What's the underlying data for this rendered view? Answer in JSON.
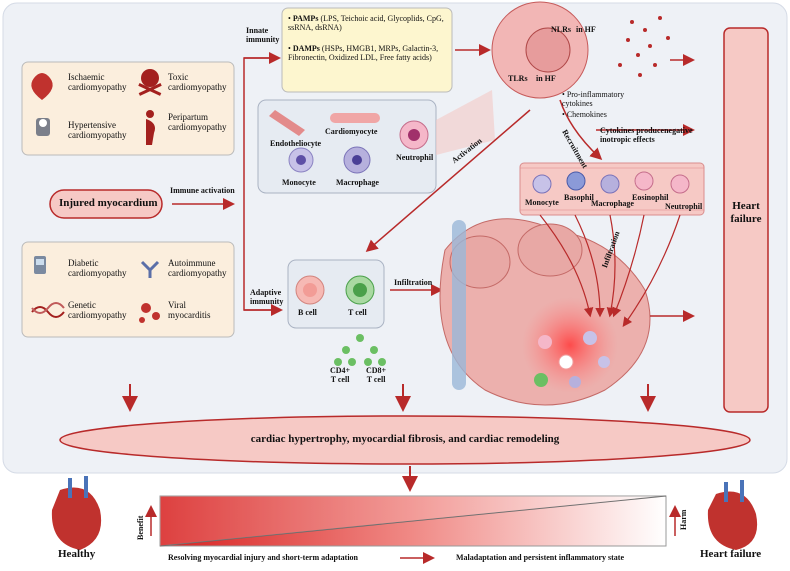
{
  "left_panel": {
    "top_group": [
      {
        "label": "Ischaemic\ncardiomyopathy",
        "icon": "heart-icon"
      },
      {
        "label": "Toxic\ncardiomyopathy",
        "icon": "skull-icon"
      },
      {
        "label": "Hypertensive\ncardiomyopathy",
        "icon": "blood-pressure-icon"
      },
      {
        "label": "Peripartum\ncardiomyopathy",
        "icon": "pregnant-woman-icon"
      }
    ],
    "injured_label": "Injured myocardium",
    "immune_activation": "Immune activation",
    "bottom_group": [
      {
        "label": "Diabetic\ncardiomyopathy",
        "icon": "glucose-meter-icon"
      },
      {
        "label": "Autoimmune\ncardiomyopathy",
        "icon": "antibody-icon"
      },
      {
        "label": "Genetic\ncardiomyopathy",
        "icon": "dna-icon"
      },
      {
        "label": "Viral\nmyocarditis",
        "icon": "virus-icon"
      }
    ]
  },
  "innate": {
    "label": "Innate\nimmunity",
    "pamps_title": "PAMPs",
    "pamps_text": " (LPS, Teichoic acid, Glycoplids, CpG, ssRNA, dsRNA)",
    "damps_title": "DAMPs",
    "damps_text": " (HSPs, HMGB1, MRPs, Galactin-3, Fibronectin, Oxidized LDL, Free fatty acids)",
    "cells": [
      "Endotheliocyte",
      "Cardiomyocyte",
      "Neutrophil",
      "Monocyte",
      "Macrophage"
    ]
  },
  "receptor_cell": {
    "nlrs": "NLRs",
    "in_hf_1": "in HF",
    "tlrs": "TLRs",
    "in_hf_2": "in HF",
    "bullets": [
      "Pro-inflammatory cytokines",
      "Chemokines"
    ],
    "cytokines_effect": "Cytokines producenegative inotropic effects",
    "recruitment": "Recruitment",
    "activation": "Activation"
  },
  "vessel_cells": [
    "Monocyte",
    "Basophil",
    "Macrophage",
    "Eosinophil",
    "Neutrophil"
  ],
  "adaptive": {
    "label": "Adaptive\nimmunity",
    "b_cell": "B cell",
    "t_cell": "T cell",
    "cd4": "CD4+\nT cell",
    "cd8": "CD8+\nT cell",
    "infiltration": "Infiltration",
    "infiltration_2": "Infiltration"
  },
  "heart_failure_box": "Heart\nfailure",
  "remodeling": "cardiac hypertrophy, myocardial fibrosis, and cardiac remodeling",
  "bottom": {
    "healthy": "Healthy",
    "heart_failure": "Heart failure",
    "benefit": "Benefit",
    "harm": "Harm",
    "left_caption": "Resolving myocardial injury and short-term adaptation",
    "right_caption": "Maladaptation and persistent inflammatory state"
  },
  "colors": {
    "accent_red": "#b82a2a",
    "pink_fill": "#f6c9c5",
    "panel_bg": "#eef1f6",
    "beige_box": "#fbeedd",
    "yellow_box": "#fdf6cf"
  }
}
